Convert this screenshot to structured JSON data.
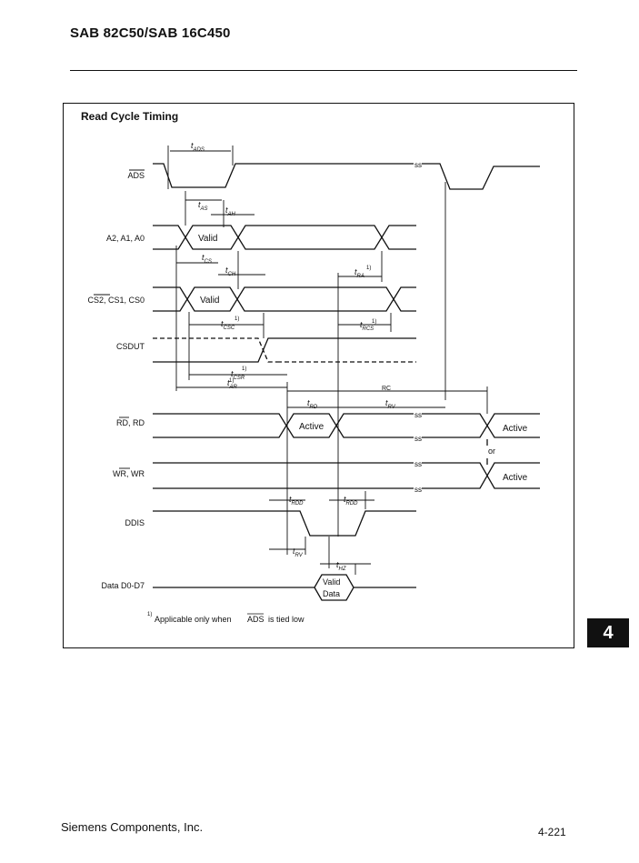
{
  "header": {
    "title": "SAB 82C50/SAB 16C450"
  },
  "figure": {
    "title": "Read Cycle Timing"
  },
  "signals": [
    {
      "label": "ADS",
      "overbar": "ADS",
      "rest": ""
    },
    {
      "label": "A2, A1, A0"
    },
    {
      "label": "CS2, CS1, CS0"
    },
    {
      "label": "CSDUT"
    },
    {
      "label": "RD, RD"
    },
    {
      "label": "WR, WR"
    },
    {
      "label": "DDIS"
    },
    {
      "label": "Data D0-D7"
    }
  ],
  "labels": {
    "valid": "Valid",
    "active": "Active",
    "or": "or",
    "valid_data_1": "Valid",
    "valid_data_2": "Data"
  },
  "timing_params": {
    "ads": "ADS",
    "as": "AS",
    "ah": "AH",
    "cs": "CS",
    "ch": "CH",
    "ra": "RA",
    "csc": "CSC",
    "rcs": "RCS",
    "csr": "CSR",
    "ar": "AR",
    "rc": "RC",
    "rd": "RD",
    "rv": "RV",
    "rdd": "RDD",
    "hz": "HZ",
    "t": "t",
    "note_mark": "1)"
  },
  "footnote": {
    "mark": "1)",
    "text_before": "Applicable only when",
    "overbar": "ADS",
    "text_after": "is tied low"
  },
  "page_tab": "4",
  "footer": {
    "left": "Siemens Components, Inc.",
    "right": "4-221"
  }
}
